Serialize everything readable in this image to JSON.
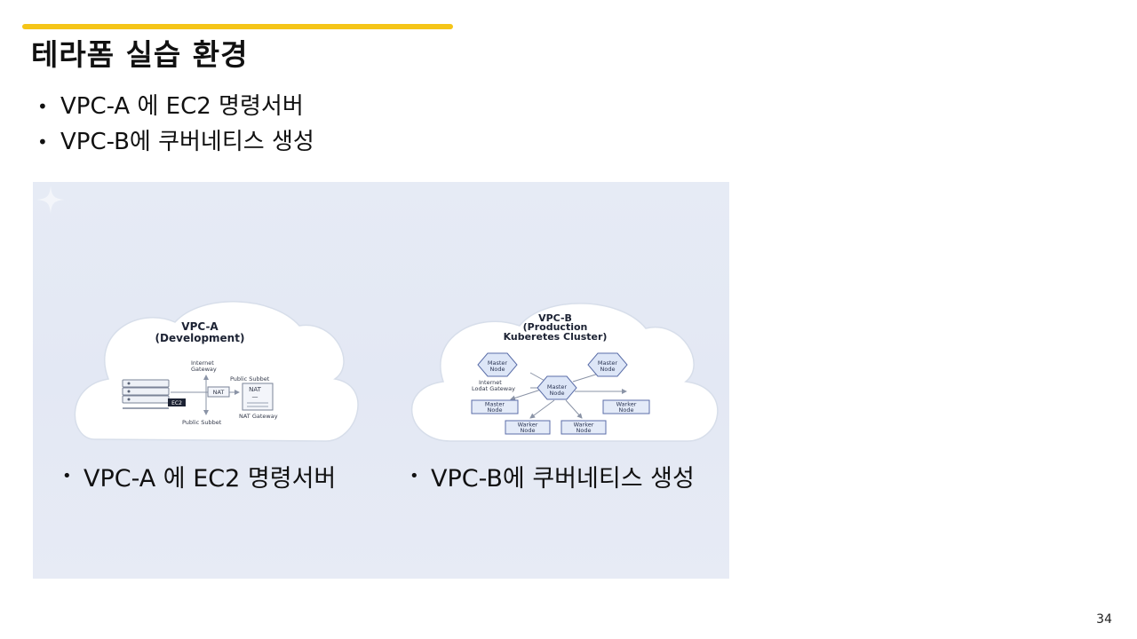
{
  "slide": {
    "title": "테라폼 실습 환경",
    "bullets": [
      "VPC-A 에 EC2 명령서버",
      "VPC-B에 쿠버네티스 생성"
    ],
    "page_number": "34",
    "accent_color": "#f5c518"
  },
  "figure": {
    "vpc_a": {
      "title": "VPC-A",
      "subtitle": "(Development)",
      "internet_gateway": [
        "Internet",
        "Gateway"
      ],
      "public_subnet_top": "Public Subbet",
      "nat_small": "NAT",
      "nat_box": [
        "NAT",
        "—"
      ],
      "nat_gateway": "NAT Gateway",
      "public_subnet_bottom": "Public Subbet",
      "ec2_label": "EC2"
    },
    "vpc_b": {
      "title": "VPC-B",
      "subtitle": [
        "(Production",
        "Kuberetes Cluster)"
      ],
      "gateway_label": [
        "Internet",
        "Lodat Gateway"
      ],
      "nodes": {
        "master_top_left": [
          "Master",
          "Node"
        ],
        "master_top_right": [
          "Master",
          "Node"
        ],
        "master_center": [
          "Master",
          "Node"
        ],
        "master_left": [
          "Master",
          "Node"
        ],
        "worker_right": [
          "Warker",
          "Node"
        ],
        "worker_bottom_left": [
          "Warker",
          "Node"
        ],
        "worker_bottom_right": [
          "Warker",
          "Node"
        ]
      }
    },
    "captions": [
      "VPC-A 에 EC2 명령서버",
      "VPC-B에 쿠버네티스 생성"
    ]
  }
}
